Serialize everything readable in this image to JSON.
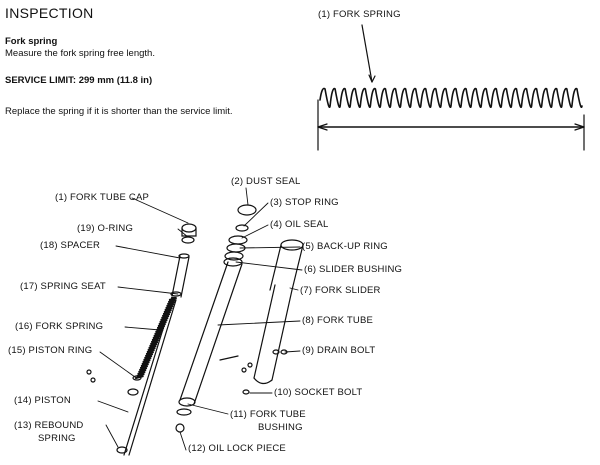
{
  "doc": {
    "heading": "INSPECTION",
    "subheading": "Fork spring",
    "instruction": "Measure the fork spring free length.",
    "limit": "SERVICE LIMIT: 299 mm (11.8 in)",
    "replace": "Replace the spring if it is shorter than the service limit."
  },
  "labels": {
    "fork_spring_top": "(1) FORK SPRING",
    "fork_tube_cap": "(1) FORK TUBE CAP",
    "dust_seal": "(2) DUST SEAL",
    "stop_ring": "(3) STOP RING",
    "oil_seal": "(4) OIL SEAL",
    "backup_ring": "(5) BACK-UP RING",
    "slider_bushing": "(6) SLIDER BUSHING",
    "fork_slider": "(7) FORK SLIDER",
    "fork_tube": "(8) FORK TUBE",
    "drain_bolt": "(9) DRAIN BOLT",
    "socket_bolt": "(10) SOCKET BOLT",
    "fork_tube_bushing_1": "(11) FORK TUBE",
    "fork_tube_bushing_2": "BUSHING",
    "oil_lock_piece": "(12) OIL LOCK PIECE",
    "rebound_spring_1": "(13) REBOUND",
    "rebound_spring_2": "SPRING",
    "piston": "(14) PISTON",
    "piston_ring": "(15) PISTON RING",
    "fork_spring": "(16) FORK SPRING",
    "spring_seat": "(17) SPRING SEAT",
    "spacer": "(18) SPACER",
    "o_ring": "(19) O-RING"
  }
}
